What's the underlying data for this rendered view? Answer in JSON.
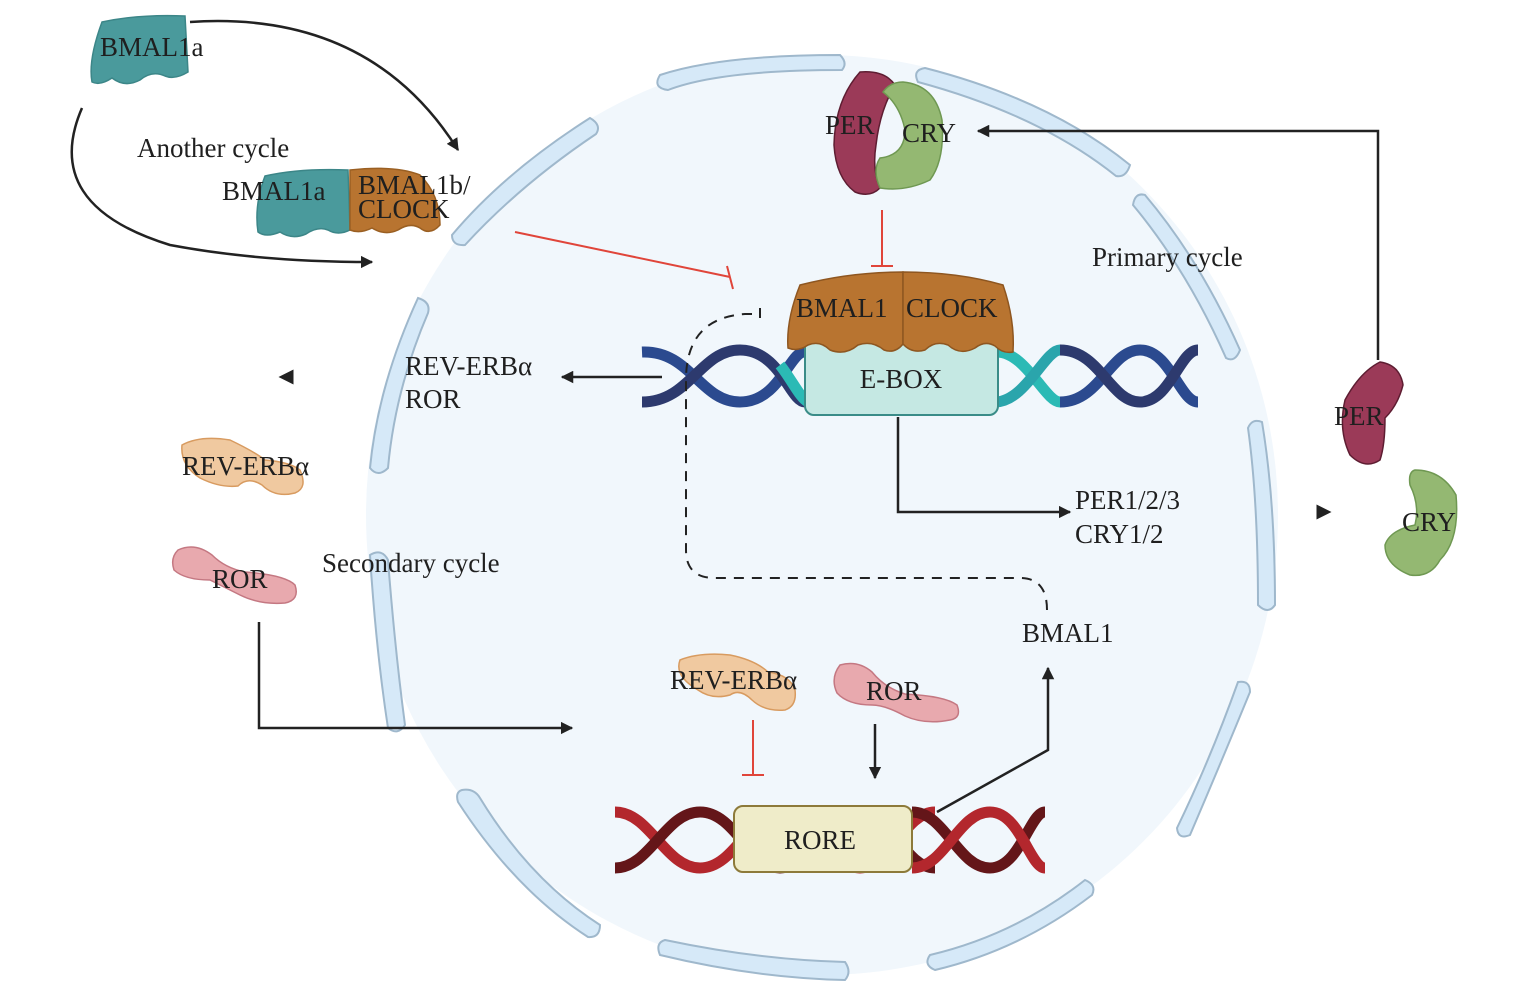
{
  "title": "Circadian clock feedback loops",
  "colors": {
    "nucleus": "#f1f7fc",
    "membrane": "#d6e9f8",
    "bmal1a": "#4a9a9c",
    "clock": "#b87430",
    "per": "#9b3a58",
    "cry": "#94b872",
    "rev_erb": "#f0c9a0",
    "ror": "#e8a9ae",
    "ebox": "#c5e8e3",
    "rore": "#efecc9",
    "dna_blue_1": "#2b4a8f",
    "dna_blue_2": "#2d3a6e",
    "dna_teal": "#2bbab5",
    "dna_red_1": "#b3272d",
    "dna_red_2": "#641619",
    "inhibition": "#e0453a",
    "activation": "#222222"
  },
  "labels": {
    "bmal1a_top": "BMAL1a",
    "another_cycle": "Another cycle",
    "bmal1a_complex": "BMAL1a",
    "bmal1b_clock_line1": "BMAL1b/",
    "bmal1b_clock_line2": "CLOCK",
    "per_nuclear": "PER",
    "cry_nuclear": "CRY",
    "primary_cycle": "Primary cycle",
    "bmal1_box": "BMAL1",
    "clock_box": "CLOCK",
    "ebox": "E-BOX",
    "rev_erb_ror_line1": "REV-ERBα",
    "rev_erb_ror_line2": "ROR",
    "rev_erb_outside": "REV-ERBα",
    "ror_outside": "ROR",
    "secondary_cycle": "Secondary cycle",
    "per_cry_line1": "PER1/2/3",
    "per_cry_line2": "CRY1/2",
    "per_cyto": "PER",
    "cry_cyto": "CRY",
    "bmal1_product": "BMAL1",
    "rev_erb_rore": "REV-ERBα",
    "ror_rore": "ROR",
    "rore": "RORE"
  }
}
